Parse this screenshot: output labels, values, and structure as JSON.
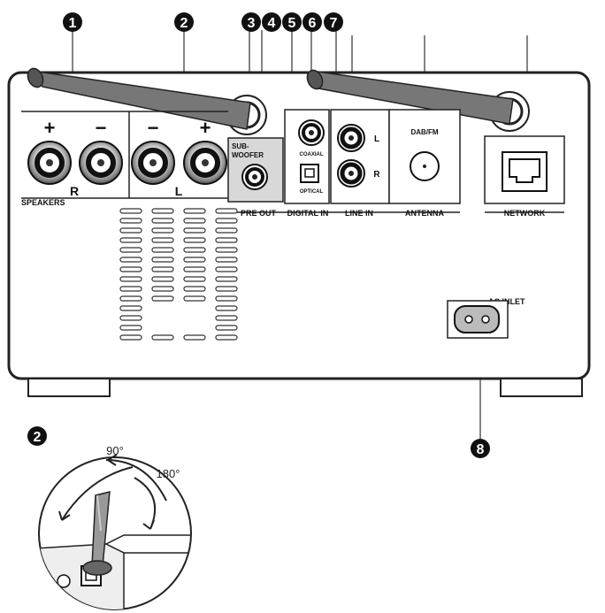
{
  "callouts": {
    "n1": "1",
    "n2": "2",
    "n3": "3",
    "n4": "4",
    "n5": "5",
    "n6": "6",
    "n7": "7",
    "n8": "8",
    "detail": "2"
  },
  "labels": {
    "plus_r": "+",
    "minus_r": "−",
    "minus_l": "−",
    "plus_l": "+",
    "r": "R",
    "l": "L",
    "speakers": "SPEAKERS",
    "subwoofer_line1": "SUB-",
    "subwoofer_line2": "WOOFER",
    "pre_out": "PRE OUT",
    "coaxial": "COAXIAL",
    "optical": "OPTICAL",
    "digital_in": "DIGITAL IN",
    "line_l": "L",
    "line_r": "R",
    "line_in": "LINE IN",
    "dab_fm": "DAB/FM",
    "antenna": "ANTENNA",
    "network": "NETWORK",
    "ac_inlet": "AC INLET"
  },
  "detail": {
    "angle_90": "90°",
    "angle_180": "180°"
  }
}
